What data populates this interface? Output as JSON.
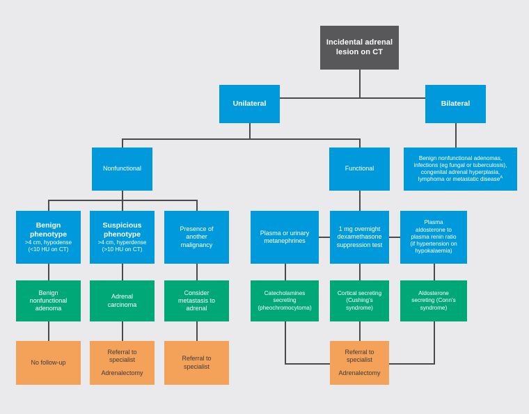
{
  "diagram": {
    "title": "Incidental adrenal lesion on CT management flowchart",
    "background_color": "#eaeaec",
    "colors": {
      "root": "#58585a",
      "blue": "#0099dc",
      "green": "#00a878",
      "orange": "#f4a15a",
      "connector": "#4a4a4c",
      "light_text": "#ffffff",
      "dark_text": "#3b3b3d"
    }
  },
  "nodes": {
    "root": {
      "line1": "Incidental adrenal",
      "line2": "lesion on CT"
    },
    "unilateral": {
      "label": "Unilateral"
    },
    "bilateral": {
      "label": "Bilateral"
    },
    "bilateral_causes": {
      "line1": "Benign nonfunctional adenomas,",
      "line2": "infections (eg fungal or tuberculosis),",
      "line3": "congenital adrenal hyperplasia,",
      "line4": "lymphoma or metastatic disease",
      "footnote_marker": "A"
    },
    "nonfunctional": {
      "label": "Nonfunctional"
    },
    "functional": {
      "label": "Functional"
    },
    "benign_phenotype": {
      "head1": "Benign",
      "head2": "phenotype",
      "sub1": ">4 cm, hypodense",
      "sub2": "(<10 HU on CT)"
    },
    "suspicious_phenotype": {
      "head1": "Suspicious",
      "head2": "phenotype",
      "sub1": ">4 cm, hyperdense",
      "sub2": "(>10 HU on CT)"
    },
    "another_malignancy": {
      "line1": "Presence of",
      "line2": "another",
      "line3": "malignancy"
    },
    "metanephrines": {
      "line1": "Plasma or urinary",
      "line2": "metanephrines"
    },
    "dexamethasone": {
      "line1": "1 mg overnight",
      "line2": "dexamethasone",
      "line3": "suppression test"
    },
    "aldosterone_renin": {
      "line1": "Plasma",
      "line2": "aldosterone to",
      "line3": "plasma renin ratio",
      "line4": "(if hypertension on",
      "line5": "hypokalaemia)"
    },
    "benign_adenoma": {
      "line1": "Benign",
      "line2": "nonfunctional",
      "line3": "adenoma"
    },
    "adrenal_carcinoma": {
      "line1": "Adrenal",
      "line2": "carcinoma"
    },
    "consider_metastasis": {
      "line1": "Consider",
      "line2": "metastasis to",
      "line3": "adrenal"
    },
    "catecholamines": {
      "line1": "Catecholamines",
      "line2": "secreting",
      "line3": "(pheochromocytoma)"
    },
    "cortical_secreting": {
      "line1": "Cortical secreting",
      "line2": "(Cushing’s",
      "line3": "syndrome)"
    },
    "aldosterone_secreting": {
      "line1": "Aldosterone",
      "line2": "secreting (Conn’s",
      "line3": "syndrome)"
    },
    "no_followup": {
      "line1": "No follow-up"
    },
    "referral_adrenalectomy_left": {
      "line1": "Referral to",
      "line2": "specialist",
      "line3": "Adrenalectomy"
    },
    "referral_specialist": {
      "line1": "Referral to",
      "line2": "specialist"
    },
    "referral_adrenalectomy_right": {
      "line1": "Referral to",
      "line2": "specialist",
      "line3": "Adrenalectomy"
    }
  }
}
